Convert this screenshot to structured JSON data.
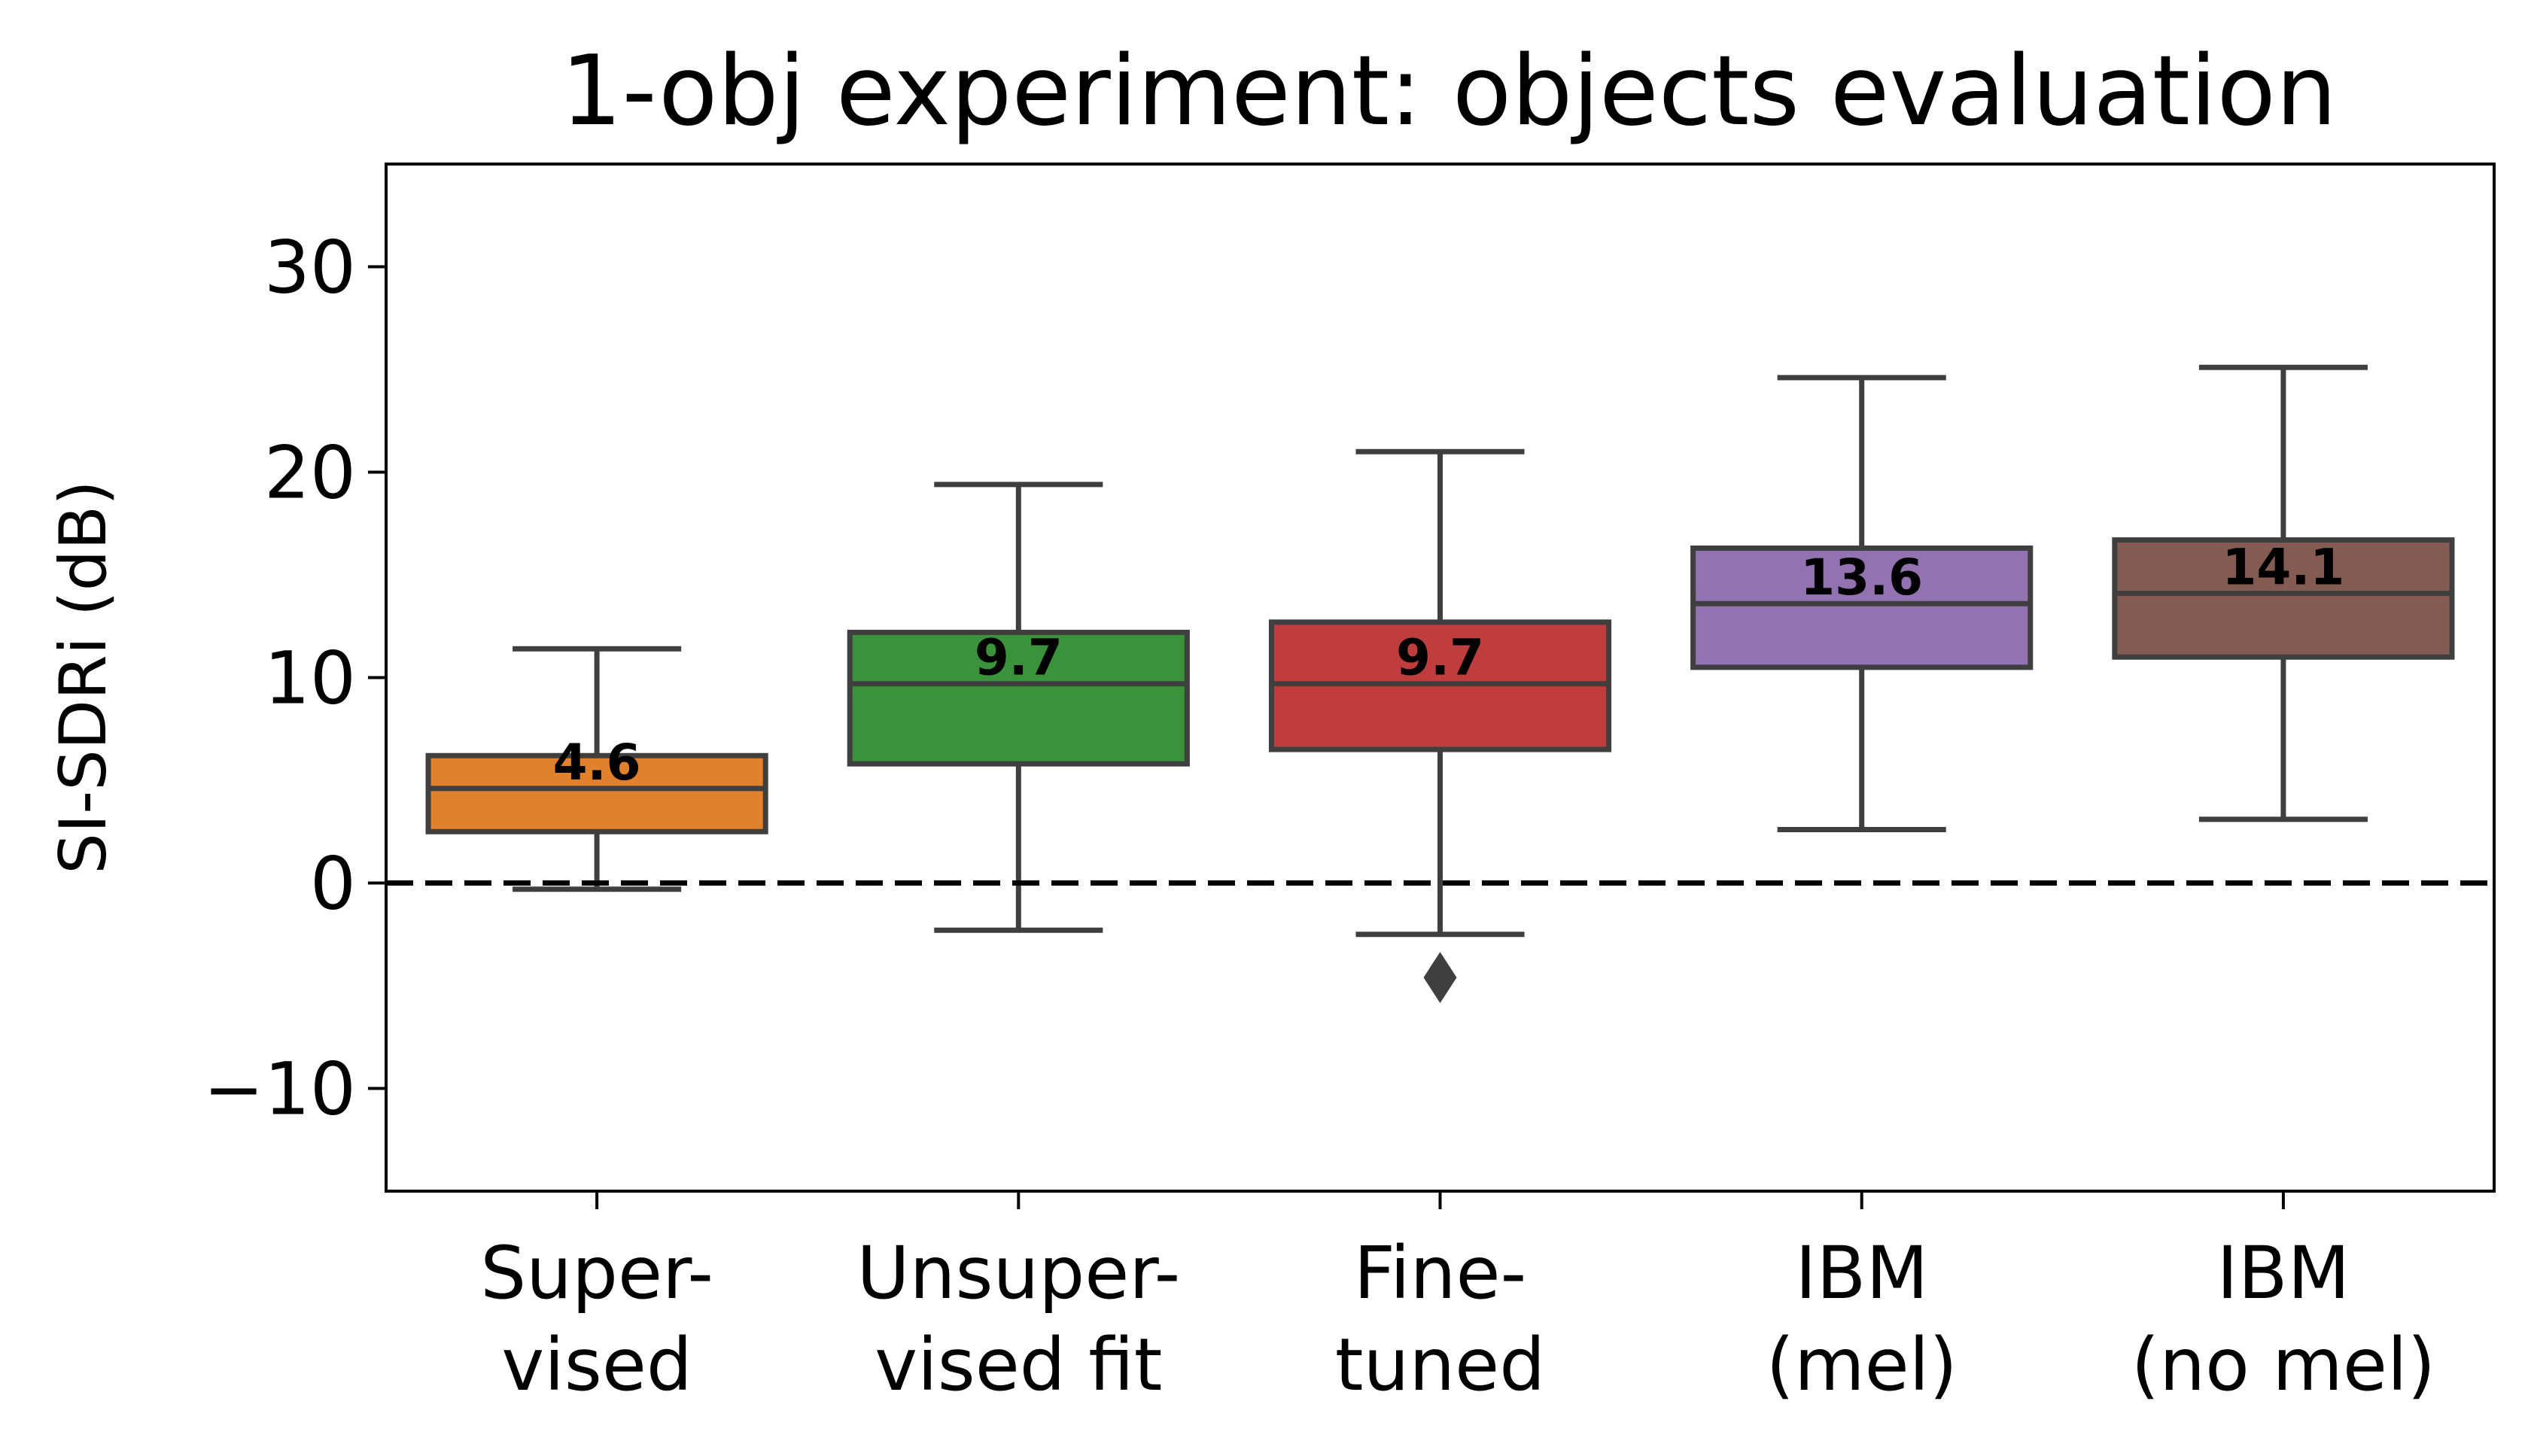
{
  "chart_data": {
    "type": "box",
    "title": "1-obj experiment: objects evaluation",
    "xlabel": "",
    "ylabel": "SI-SDRi (dB)",
    "ylim": [
      -15,
      35
    ],
    "yticks": [
      -10,
      0,
      10,
      20,
      30
    ],
    "ytick_labels": [
      "−10",
      "0",
      "10",
      "20",
      "30"
    ],
    "grid": false,
    "reference_line": {
      "y": 0,
      "style": "dashed",
      "color": "#000000"
    },
    "boxes": [
      {
        "label_lines": [
          "Super-",
          "vised"
        ],
        "whisker_low": -0.3,
        "q1": 2.5,
        "median": 4.6,
        "q3": 6.2,
        "whisker_high": 11.4,
        "outliers": [],
        "color": "#e1812c",
        "median_label": "4.6"
      },
      {
        "label_lines": [
          "Unsuper-",
          "vised fit"
        ],
        "whisker_low": -2.3,
        "q1": 5.8,
        "median": 9.7,
        "q3": 12.2,
        "whisker_high": 19.4,
        "outliers": [],
        "color": "#3a923a",
        "median_label": "9.7"
      },
      {
        "label_lines": [
          "Fine-",
          "tuned"
        ],
        "whisker_low": -2.5,
        "q1": 6.5,
        "median": 9.7,
        "q3": 12.7,
        "whisker_high": 21.0,
        "outliers": [
          -4.6
        ],
        "color": "#c03d3e",
        "median_label": "9.7"
      },
      {
        "label_lines": [
          "IBM",
          "(mel)"
        ],
        "whisker_low": 2.6,
        "q1": 10.5,
        "median": 13.6,
        "q3": 16.3,
        "whisker_high": 24.6,
        "outliers": [],
        "color": "#9372b2",
        "median_label": "13.6"
      },
      {
        "label_lines": [
          "IBM",
          "(no mel)"
        ],
        "whisker_low": 3.1,
        "q1": 11.0,
        "median": 14.1,
        "q3": 16.7,
        "whisker_high": 25.1,
        "outliers": [],
        "color": "#845b53",
        "median_label": "14.1"
      }
    ],
    "line_color": "#3f3f3f"
  }
}
